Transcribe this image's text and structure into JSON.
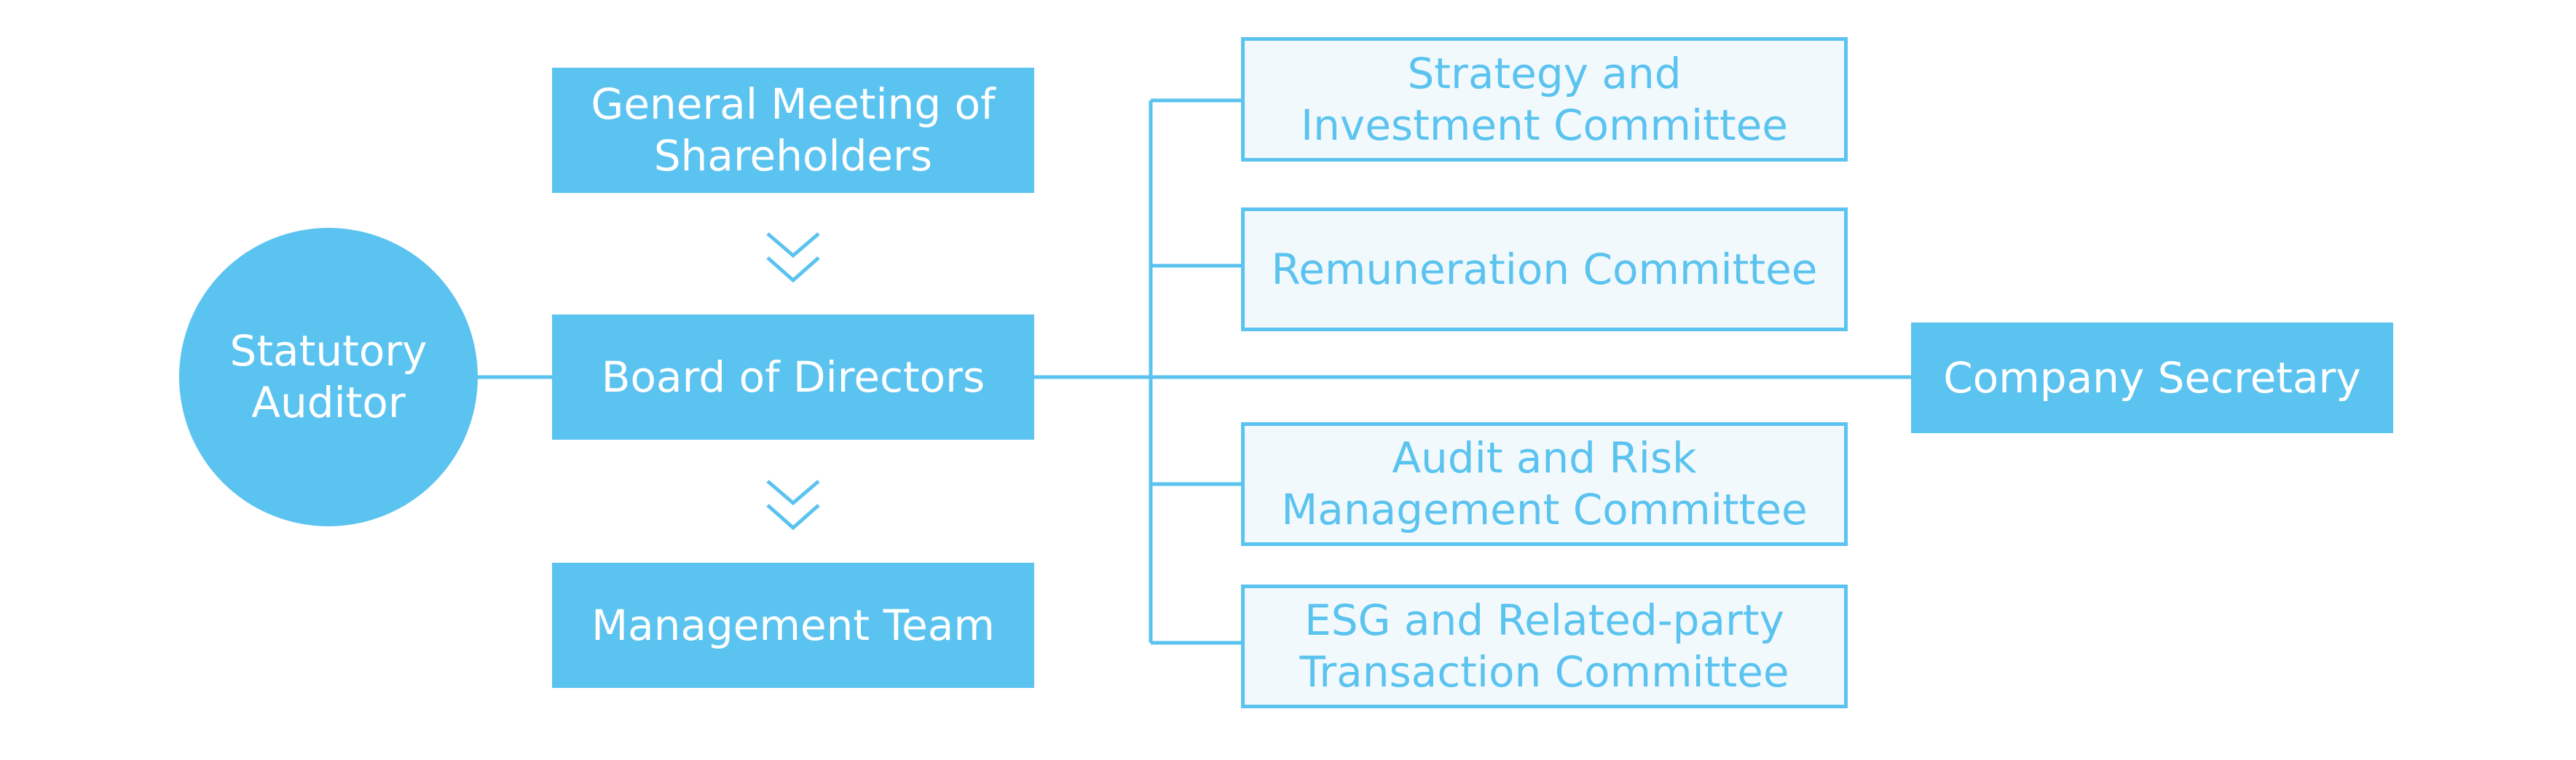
{
  "colors": {
    "primary": "#5bc3ef",
    "panel": "#f1f9fd",
    "text_on_primary": "#ffffff"
  },
  "nodes": {
    "general_meeting": "General Meeting of\nShareholders",
    "board": "Board of Directors",
    "management": "Management Team",
    "auditor": "Statutory\nAuditor",
    "secretary": "Company Secretary"
  },
  "committees": [
    "Strategy and\nInvestment Committee",
    "Remuneration Committee",
    "Audit and Risk\nManagement Committee",
    "ESG and Related-party\nTransaction Committee"
  ],
  "icons": {
    "flow_arrow": "double-chevron-down-icon"
  }
}
